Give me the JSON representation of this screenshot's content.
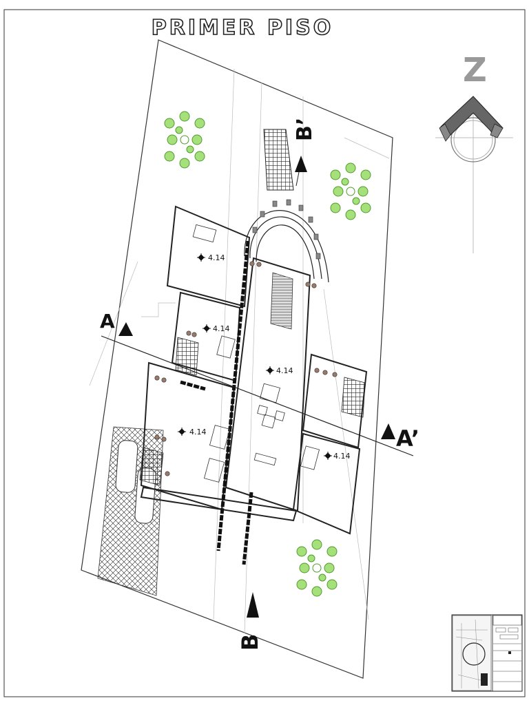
{
  "sheet": {
    "title": "PRIMER PISO"
  },
  "north_arrow": {
    "letter": "Z",
    "icon": "north-arrow-icon"
  },
  "section_marks": {
    "a_left": "A",
    "a_right": "A’",
    "b_top": "B’",
    "b_bottom": "B"
  },
  "levels": [
    {
      "id": "level-1",
      "label": "4.14"
    },
    {
      "id": "level-2",
      "label": "4.14"
    },
    {
      "id": "level-3",
      "label": "4.14"
    },
    {
      "id": "level-4",
      "label": "4.14"
    },
    {
      "id": "level-5",
      "label": "4.14"
    }
  ],
  "colors": {
    "lines": "#222222",
    "trees": "#7dc857",
    "north_arrow_fill": "#666666",
    "hatch": "#333333"
  }
}
